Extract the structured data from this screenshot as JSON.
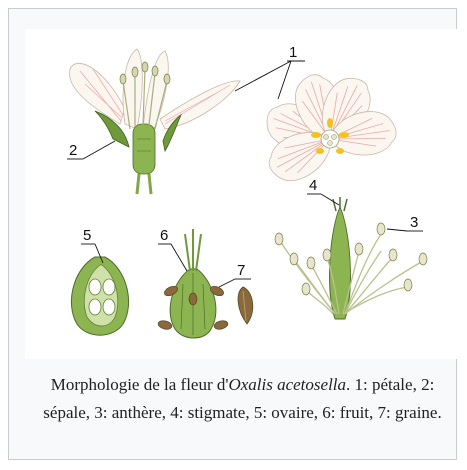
{
  "labels": {
    "l1": "1",
    "l2": "2",
    "l3": "3",
    "l4": "4",
    "l5": "5",
    "l6": "6",
    "l7": "7"
  },
  "caption": {
    "prefix": "Morphologie de la fleur d'",
    "species": "Oxalis acetosella",
    "rest": ". 1: pétale, 2: sépale, 3: anthère, 4: stigmate, 5: ovaire, 6: fruit, 7: graine."
  },
  "colors": {
    "petal": "#fbf6ef",
    "vein": "#e9a9a6",
    "yellow": "#f4c21e",
    "green": "#7fa64a",
    "dark_green": "#4d6b2c",
    "seed": "#8a6a3c"
  }
}
